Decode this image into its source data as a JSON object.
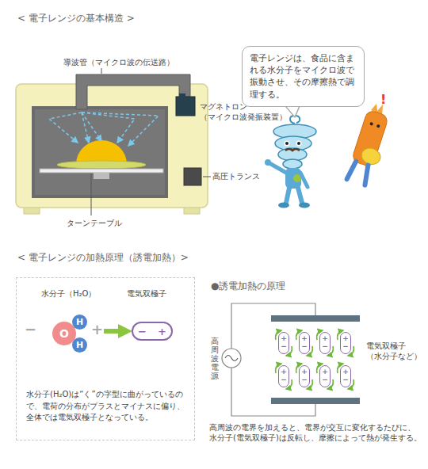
{
  "diagram": {
    "nodes": [
      {
        "text": [
          "電子レンジは、食品に含まれる水分子をマイクロ波で振動させ、その摩擦熱で調理する。"
        ]
      },
      {
        "text": [
          "水分子(H₂O)は“く”の字型に曲がっているので、電荷の分布がプラスとマイナスに偏り、全体では電気双極子となっている。"
        ]
      },
      {
        "text": [
          "O",
          "H",
          "H"
        ],
        "in": 1
      },
      {
        "text": [
          "−",
          "+"
        ],
        "in": 1
      },
      {
        "text": [
          "+",
          "−"
        ]
      },
      {
        "text": [
          "+",
          "−"
        ]
      },
      {
        "text": [
          "+",
          "−"
        ]
      },
      {
        "text": [
          "+",
          "−"
        ]
      },
      {
        "text": [
          "+",
          "−"
        ]
      },
      {
        "text": [
          "+",
          "−"
        ]
      },
      {
        "text": [
          "+",
          "−"
        ]
      },
      {
        "text": [
          "+",
          "−"
        ]
      }
    ],
    "edges": [
      {
        "from": 2,
        "to": 3,
        "arrow": "to"
      }
    ],
    "labels": [
      "< 電子レンジの基本構造 >",
      "導波管（マイクロ波の伝送路）",
      "マグネトロン（マイクロ波発振装置）",
      "高圧トランス",
      "ターンテーブル",
      "!",
      "< 電子レンジの加熱原理（誘電加熱）>",
      "水分子（H₂O）",
      "電気双極子",
      "−",
      "+",
      "●誘電加熱の原理",
      "高周波電源",
      "電気双極子（水分子など）",
      "高周波の電界を加えると、電界が交互に変化するたびに、水分子(電気双極子)は反転し、摩擦によって熱が発生する。"
    ]
  }
}
